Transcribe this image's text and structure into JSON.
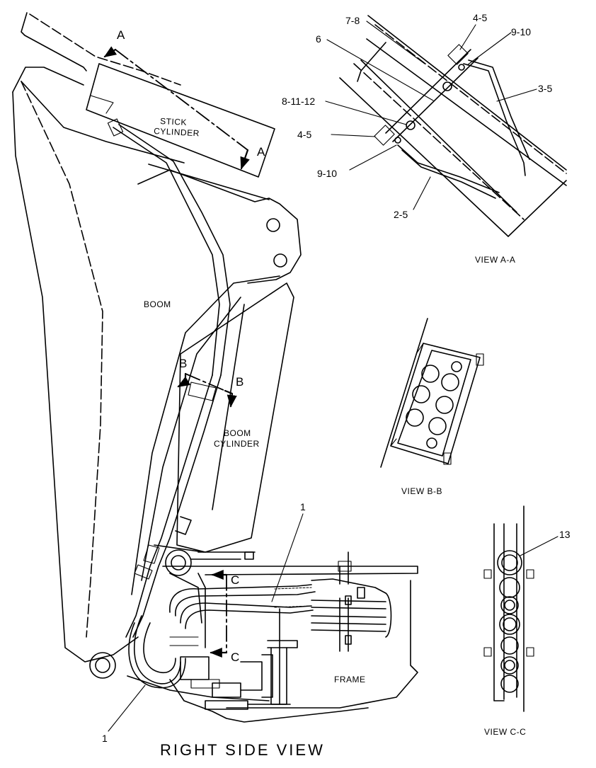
{
  "drawing": {
    "title": "RIGHT SIDE VIEW",
    "components": {
      "stick_cylinder": [
        "STICK",
        "CYLINDER"
      ],
      "boom": "BOOM",
      "boom_cylinder": [
        "BOOM",
        "CYLINDER"
      ],
      "frame": "FRAME"
    },
    "section_markers": {
      "a": "A",
      "b": "B",
      "c": "C"
    },
    "callouts": {
      "item_1": "1",
      "item_13": "13"
    }
  },
  "view_aa": {
    "label": "VIEW  A-A",
    "callouts": [
      "7-8",
      "4-5",
      "9-10",
      "6",
      "3-5",
      "8-11-12",
      "4-5",
      "9-10",
      "2-5"
    ]
  },
  "view_bb": {
    "label": "VIEW  B-B"
  },
  "view_cc": {
    "label": "VIEW  C-C"
  }
}
